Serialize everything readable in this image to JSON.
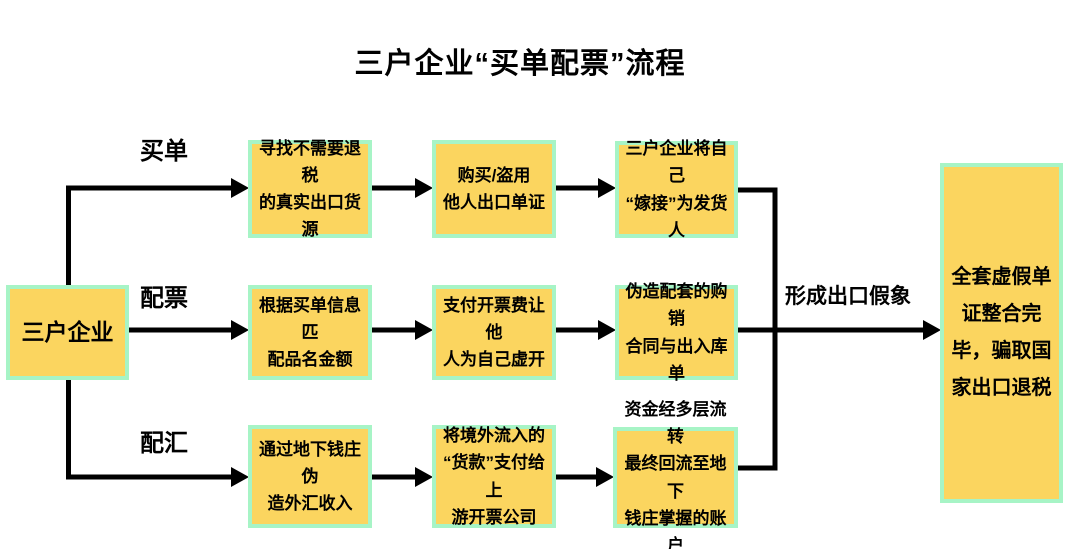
{
  "title": "三户企业“买单配票”流程",
  "colors": {
    "node_fill": "#FBD55F",
    "node_border": "#A7F4C6",
    "connector": "#000000"
  },
  "start_node": {
    "label": "三户企业"
  },
  "branches": [
    {
      "label": "买单",
      "steps": [
        "寻找不需要退税\n的真实出口货源",
        "购买/盗用\n他人出口单证",
        "三户企业将自己\n“嫁接”为发货人"
      ]
    },
    {
      "label": "配票",
      "steps": [
        "根据买单信息匹\n配品名金额",
        "支付开票费让他\n人为自己虚开",
        "伪造配套的购销\n合同与出入库单"
      ]
    },
    {
      "label": "配汇",
      "steps": [
        "通过地下钱庄伪\n造外汇收入",
        "将境外流入的\n“货款”支付给上\n游开票公司",
        "资金经多层流转\n最终回流至地下\n钱庄掌握的账户"
      ]
    }
  ],
  "merge_label": "形成出口假象",
  "end_node": {
    "label": "全套虚假单\n证整合完\n毕，骗取国\n家出口退税"
  }
}
